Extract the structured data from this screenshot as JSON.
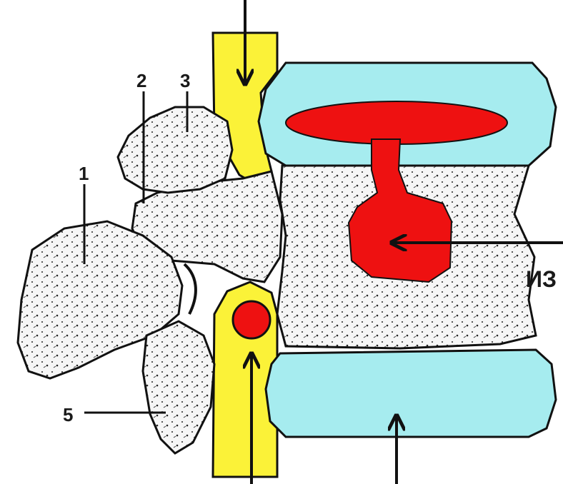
{
  "labels": {
    "one": "1",
    "two": "2",
    "three": "3",
    "five": "5",
    "side_text": "ИЗ"
  },
  "colors": {
    "disc": "#a6ecef",
    "canal": "#fbf238",
    "hernia": "#ee1111",
    "bone": "#f6f6f6",
    "ink": "#111111"
  }
}
